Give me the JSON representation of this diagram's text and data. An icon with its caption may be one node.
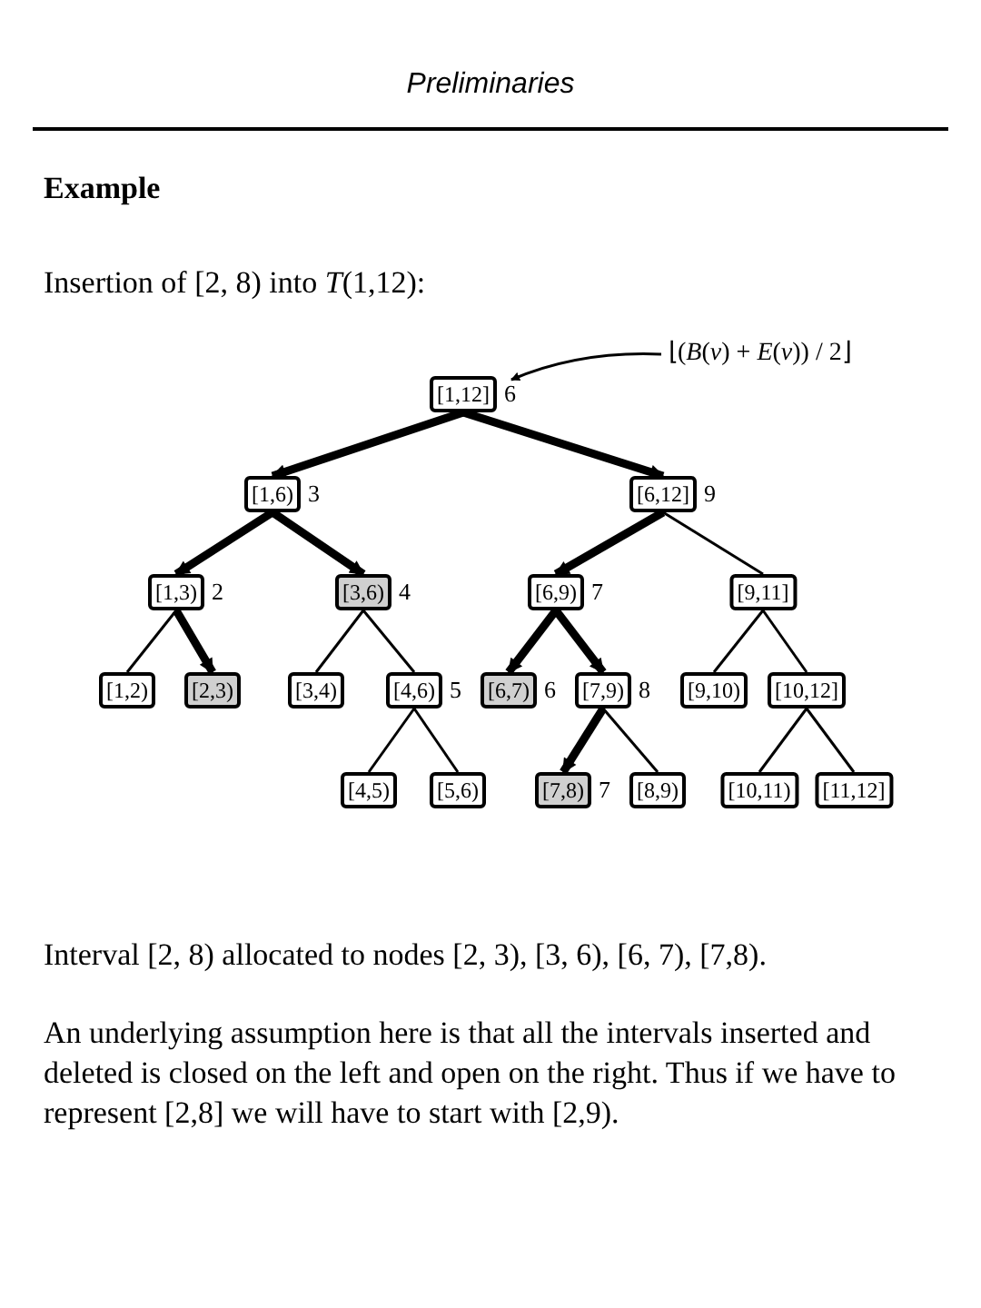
{
  "diagram": {
    "title": "Preliminaries",
    "nodes": [
      {
        "text": [
          "[1,12]"
        ],
        "beside": [
          "6"
        ]
      },
      {
        "text": [
          "[1,6)"
        ],
        "beside": [
          "3"
        ]
      },
      {
        "text": [
          "[6,12]"
        ],
        "beside": [
          "9"
        ]
      },
      {
        "text": [
          "[1,3)"
        ],
        "beside": [
          "2"
        ]
      },
      {
        "text": [
          "[3,6)"
        ],
        "beside": [
          "4"
        ]
      },
      {
        "text": [
          "[6,9)"
        ],
        "beside": [
          "7"
        ]
      },
      {
        "text": [
          "[9,11]"
        ]
      },
      {
        "text": [
          "[1,2)"
        ]
      },
      {
        "text": [
          "[2,3)"
        ]
      },
      {
        "text": [
          "[3,4)"
        ]
      },
      {
        "text": [
          "[4,6)"
        ],
        "beside": [
          "5"
        ]
      },
      {
        "text": [
          "[6,7)"
        ],
        "beside": [
          "6"
        ]
      },
      {
        "text": [
          "[7,9)"
        ],
        "beside": [
          "8"
        ]
      },
      {
        "text": [
          "[9,10)"
        ]
      },
      {
        "text": [
          "[10,12]"
        ]
      },
      {
        "text": [
          "[4,5)"
        ]
      },
      {
        "text": [
          "[5,6)"
        ]
      },
      {
        "text": [
          "[7,8)"
        ],
        "beside": [
          "7"
        ]
      },
      {
        "text": [
          "[8,9)"
        ]
      },
      {
        "text": [
          "[10,11)"
        ]
      },
      {
        "text": [
          "[11,12]"
        ]
      },
      {
        "text": [
          "⌊(*B*(*v*) + *E*(*v*)) / 2⌋"
        ]
      }
    ],
    "edges": [
      {
        "from": 0,
        "to": 1,
        "arrow": "to",
        "style": "thick"
      },
      {
        "from": 0,
        "to": 2,
        "arrow": "to",
        "style": "thick"
      },
      {
        "from": 1,
        "to": 3,
        "arrow": "to",
        "style": "thick"
      },
      {
        "from": 1,
        "to": 4,
        "arrow": "to",
        "style": "thick"
      },
      {
        "from": 2,
        "to": 5,
        "arrow": "to",
        "style": "thick"
      },
      {
        "from": 2,
        "to": 6,
        "arrow": "none"
      },
      {
        "from": 3,
        "to": 7,
        "arrow": "none"
      },
      {
        "from": 3,
        "to": 8,
        "arrow": "to",
        "style": "thick"
      },
      {
        "from": 4,
        "to": 9,
        "arrow": "none"
      },
      {
        "from": 4,
        "to": 10,
        "arrow": "none"
      },
      {
        "from": 5,
        "to": 11,
        "arrow": "to",
        "style": "thick"
      },
      {
        "from": 5,
        "to": 12,
        "arrow": "to",
        "style": "thick"
      },
      {
        "from": 6,
        "to": 13,
        "arrow": "none"
      },
      {
        "from": 6,
        "to": 14,
        "arrow": "none"
      },
      {
        "from": 10,
        "to": 15,
        "arrow": "none"
      },
      {
        "from": 10,
        "to": 16,
        "arrow": "none"
      },
      {
        "from": 12,
        "to": 17,
        "arrow": "to",
        "style": "thick"
      },
      {
        "from": 12,
        "to": 18,
        "arrow": "none"
      },
      {
        "from": 14,
        "to": 19,
        "arrow": "none"
      },
      {
        "from": 14,
        "to": 20,
        "arrow": "none"
      },
      {
        "from": 21,
        "to": 0,
        "arrow": "to"
      }
    ],
    "labels": [
      "Example",
      "Insertion of [2, 8) into *T*(1,12):",
      "Interval [2, 8) allocated to nodes [2, 3), [3, 6), [6, 7), [7,8).",
      "An underlying assumption here is that all the intervals inserted and deleted is closed on the left and open on the right. Thus if we have to represent [2,8] we will have to start with [2,9)."
    ]
  }
}
